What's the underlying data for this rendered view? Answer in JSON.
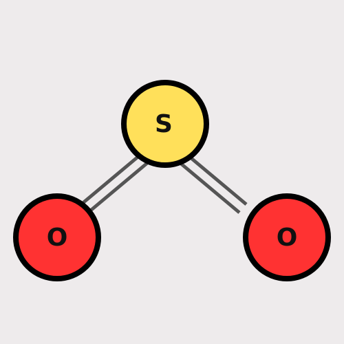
{
  "molecule": {
    "atoms": [
      {
        "id": "S",
        "symbol": "S",
        "fill": "#ffe05a"
      },
      {
        "id": "O1",
        "symbol": "O",
        "fill": "#ff3232"
      },
      {
        "id": "O2",
        "symbol": "O",
        "fill": "#ff3232"
      }
    ],
    "bonds": [
      {
        "from": "S",
        "to": "O1",
        "order": 2
      },
      {
        "from": "S",
        "to": "O2",
        "order": 2
      }
    ],
    "colors": {
      "background": "#eeebec",
      "outline": "#000000",
      "bond": "#555555",
      "label": "#111111"
    }
  }
}
